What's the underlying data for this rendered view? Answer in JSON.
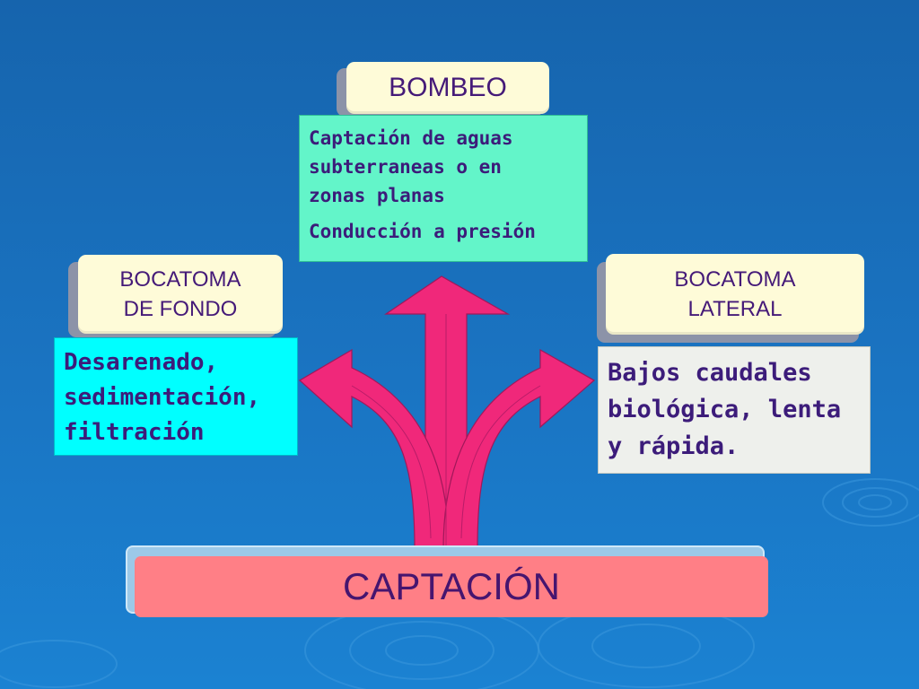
{
  "diagram": {
    "root": {
      "label": "CAPTACIÓN"
    },
    "top": {
      "title": "BOMBEO",
      "description": [
        "Captación de aguas\nsubterraneas o en\nzonas planas",
        "Conducción a presión"
      ]
    },
    "left": {
      "title": "BOCATOMA\nDE FONDO",
      "description": "Desarenado,\nsedimentación,\nfiltración"
    },
    "right": {
      "title": "BOCATOMA\nLATERAL",
      "description": "Bajos caudales\nbiológica, lenta\ny rápida."
    }
  },
  "colors": {
    "background": "#1a6fbd",
    "arrow": "#f0287a",
    "card": "#fefbd8",
    "top_desc_fill": "#63f5c9",
    "left_desc_fill": "#00ffff",
    "right_desc_fill": "#eef0ec",
    "base_fill": "#ff7f86",
    "text": "#451a78"
  },
  "icons": [
    "three-way-arrow-icon",
    "ripple-decoration"
  ]
}
